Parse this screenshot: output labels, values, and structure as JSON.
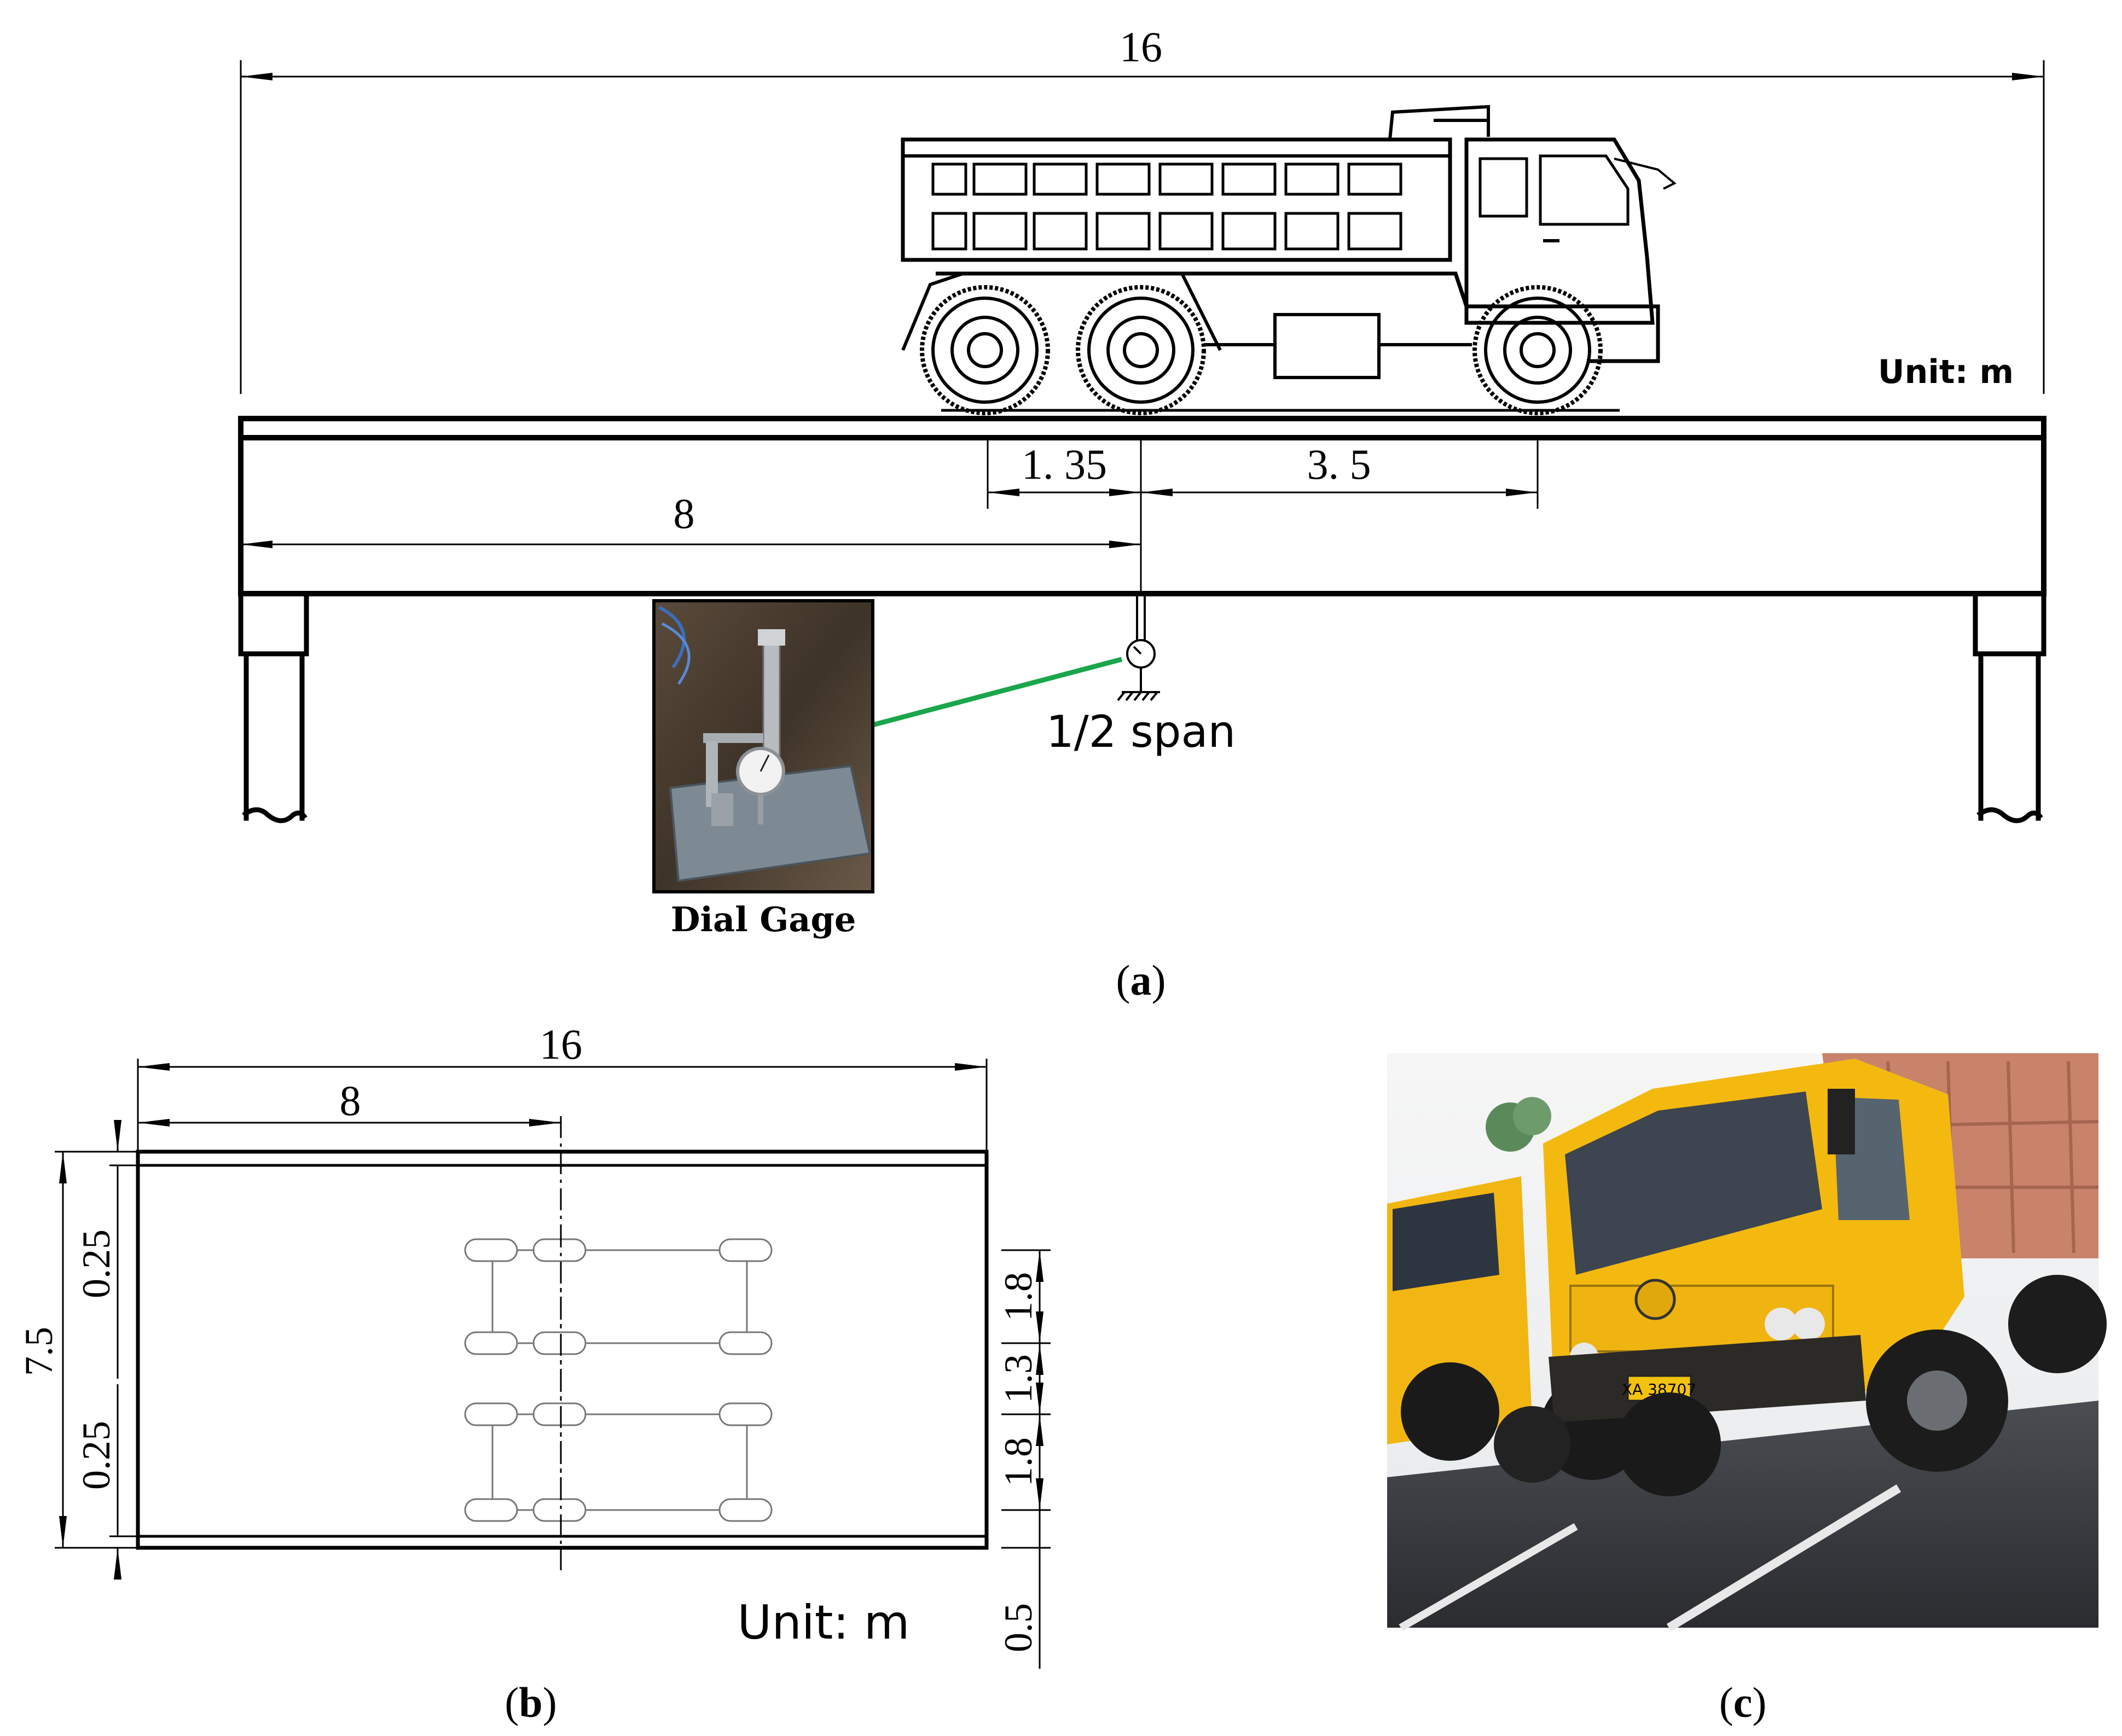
{
  "panel_a": {
    "total_length": "16",
    "axle_spacing_front": "1. 35",
    "axle_spacing_rear": "3. 5",
    "midspan_distance": "8",
    "unit_label": "Unit:  m",
    "gage_caption": "Dial Gage",
    "span_label": "1/2 span",
    "pointer_color": "#1aa64a"
  },
  "panel_b": {
    "total_length": "16",
    "midspan_distance": "8",
    "deck_width": "7.5",
    "left_dim_upper": "0.25",
    "left_dim_lower": "0.25",
    "right_dims": [
      "1.8",
      "1.3",
      "1.8",
      "0.5"
    ],
    "unit_label": "Unit:  m"
  },
  "captions": {
    "a": {
      "open": "(",
      "letter": "a",
      "close": ")"
    },
    "b": {
      "open": "(",
      "letter": "b",
      "close": ")"
    },
    "c": {
      "open": "(",
      "letter": "c",
      "close": ")"
    }
  },
  "photo_c": {
    "plate_text": "XA 38707"
  }
}
